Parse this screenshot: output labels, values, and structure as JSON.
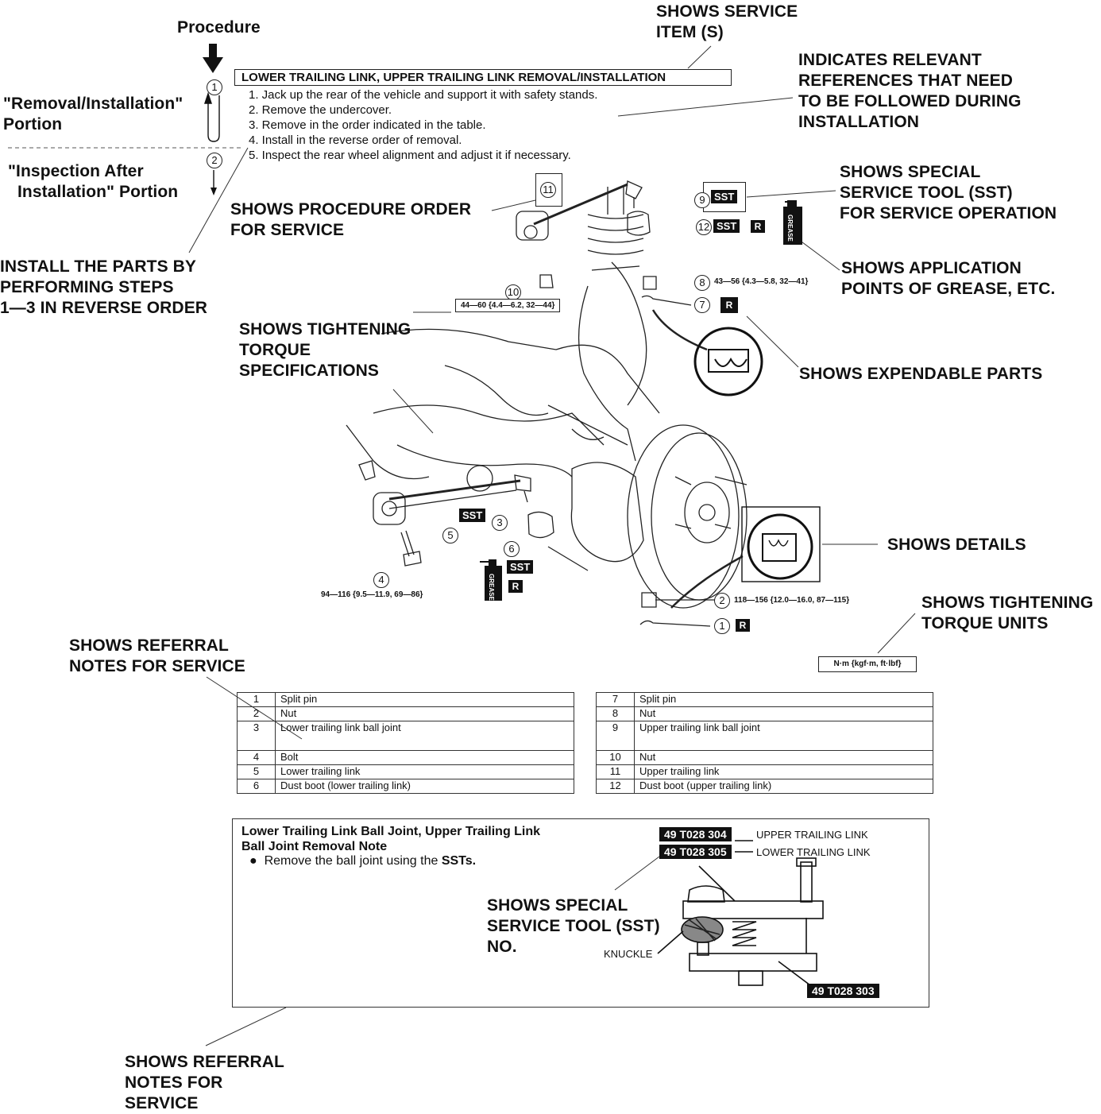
{
  "procedure": {
    "label": "Procedure",
    "removal_portion": [
      "\"Removal/Installation\"",
      "Portion"
    ],
    "inspection_portion": [
      "\"Inspection After",
      "Installation\" Portion"
    ],
    "step_markers": [
      "1",
      "2"
    ]
  },
  "header_title": "LOWER TRAILING LINK, UPPER TRAILING LINK REMOVAL/INSTALLATION",
  "steps": [
    "1. Jack up the rear of the vehicle and support it with safety stands.",
    "2. Remove the undercover.",
    "3. Remove in the order indicated in the table.",
    "4. Install in the reverse order of removal.",
    "5. Inspect the rear wheel alignment and adjust it if necessary."
  ],
  "callouts": {
    "service_item": [
      "SHOWS SERVICE",
      "ITEM (S)"
    ],
    "references": [
      "INDICATES RELEVANT",
      "REFERENCES THAT NEED",
      "TO BE FOLLOWED DURING",
      "INSTALLATION"
    ],
    "sst": [
      "SHOWS SPECIAL",
      "SERVICE TOOL (SST)",
      "FOR SERVICE OPERATION"
    ],
    "procedure_order": [
      "SHOWS PROCEDURE ORDER",
      "FOR SERVICE"
    ],
    "install_reverse": [
      "INSTALL THE PARTS BY",
      "PERFORMING STEPS",
      "1—3 IN REVERSE ORDER"
    ],
    "grease": [
      "SHOWS APPLICATION",
      "POINTS OF GREASE, ETC."
    ],
    "torque_specs": [
      "SHOWS TIGHTENING",
      "TORQUE",
      "SPECIFICATIONS"
    ],
    "expendable": [
      "SHOWS EXPENDABLE PARTS"
    ],
    "details": [
      "SHOWS DETAILS"
    ],
    "torque_units": [
      "SHOWS TIGHTENING",
      "TORQUE UNITS"
    ],
    "referral_top": [
      "SHOWS  REFERRAL",
      "NOTES FOR SERVICE"
    ],
    "sst_no": [
      "SHOWS SPECIAL",
      "SERVICE TOOL (SST)",
      "NO."
    ],
    "referral_bottom": [
      "SHOWS REFERRAL",
      "NOTES FOR",
      "SERVICE"
    ]
  },
  "diagram": {
    "markers": {
      "m1": "1",
      "m2": "2",
      "m3": "3",
      "m4": "4",
      "m5": "5",
      "m6": "6",
      "m7": "7",
      "m8": "8",
      "m9": "9",
      "m10": "10",
      "m11": "11",
      "m12": "12"
    },
    "sst_label": "SST",
    "r_label": "R",
    "grease_label": "GREASE",
    "torques": {
      "t8": "43—56 {4.3—5.8, 32—41}",
      "t10": "44—60 {4.4—6.2, 32—44}",
      "t4": "94—116 {9.5—11.9, 69—86}",
      "t2": "118—156 {12.0—16.0, 87—115}"
    },
    "units": "N·m {kgf·m, ft·lbf}"
  },
  "parts_left": [
    {
      "no": "1",
      "name": "Split pin"
    },
    {
      "no": "2",
      "name": "Nut"
    },
    {
      "no": "3",
      "name": "Lower trailing link ball joint"
    },
    {
      "no": "4",
      "name": "Bolt"
    },
    {
      "no": "5",
      "name": "Lower trailing link"
    },
    {
      "no": "6",
      "name": "Dust boot (lower trailing link)"
    }
  ],
  "parts_right": [
    {
      "no": "7",
      "name": "Split pin"
    },
    {
      "no": "8",
      "name": "Nut"
    },
    {
      "no": "9",
      "name": "Upper trailing link ball joint"
    },
    {
      "no": "10",
      "name": "Nut"
    },
    {
      "no": "11",
      "name": "Upper trailing link"
    },
    {
      "no": "12",
      "name": "Dust boot (upper trailing link)"
    }
  ],
  "note": {
    "title": [
      "Lower Trailing Link Ball Joint, Upper Trailing Link",
      "Ball Joint Removal Note"
    ],
    "bullet": "●",
    "text_prefix": "Remove the ball joint using the ",
    "text_bold": "SSTs.",
    "sst_304": "49 T028 304",
    "sst_305": "49 T028 305",
    "sst_303": "49 T028 303",
    "upper_link": "UPPER TRAILING LINK",
    "lower_link": "LOWER TRAILING LINK",
    "knuckle": "KNUCKLE"
  }
}
